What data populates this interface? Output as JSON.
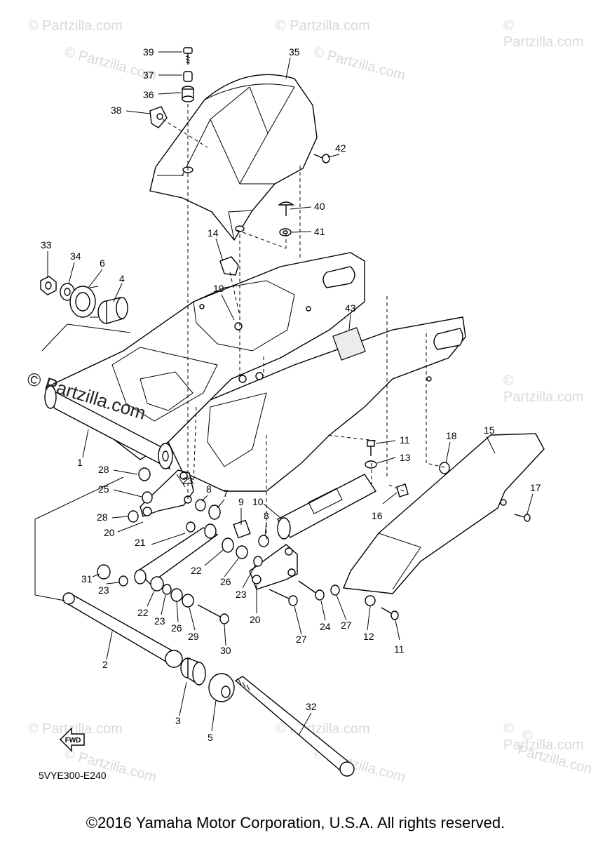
{
  "watermarks": {
    "small": "© Partzilla.com",
    "big_symbol": "©",
    "big_text": "Partzilla.com"
  },
  "diagram_code": "5VYE300-E240",
  "fwd_label": "FWD",
  "copyright": "©2016 Yamaha Motor Corporation, U.S.A. All rights reserved.",
  "callouts": [
    "39",
    "37",
    "36",
    "38",
    "35",
    "42",
    "40",
    "41",
    "14",
    "19",
    "43",
    "33",
    "34",
    "6",
    "4",
    "1",
    "11",
    "13",
    "18",
    "15",
    "17",
    "28",
    "23",
    "25",
    "8",
    "7",
    "9",
    "10",
    "16",
    "28",
    "20",
    "21",
    "22",
    "26",
    "23",
    "8",
    "31",
    "23",
    "22",
    "23",
    "26",
    "29",
    "20",
    "27",
    "24",
    "27",
    "12",
    "11",
    "30",
    "2",
    "32",
    "3",
    "5"
  ]
}
